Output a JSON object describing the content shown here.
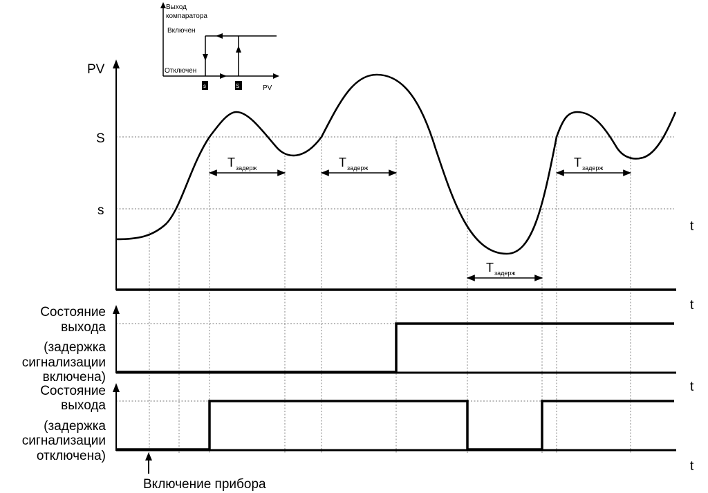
{
  "inset": {
    "y_label_line1": "Выход",
    "y_label_line2": "компаратора",
    "on_label": "Включен",
    "off_label": "Отключен",
    "low_threshold": "s",
    "high_threshold": "S",
    "x_label": "PV"
  },
  "main": {
    "y_label": "PV",
    "high_threshold": "S",
    "low_threshold": "s",
    "x_label": "t",
    "delay_T": "T",
    "delay_sub": "задерж"
  },
  "panel2": {
    "line1": "Состояние",
    "line2": "выхода",
    "line3": "(задержка",
    "line4": "сигнализации",
    "line5": "включена)",
    "x_label": "t"
  },
  "panel3": {
    "line1": "Состояние",
    "line2": "выхода",
    "line3": "(задержка",
    "line4": "сигнализации",
    "line5": "отключена)",
    "x_label": "t"
  },
  "power_on_label": "Включение прибора"
}
